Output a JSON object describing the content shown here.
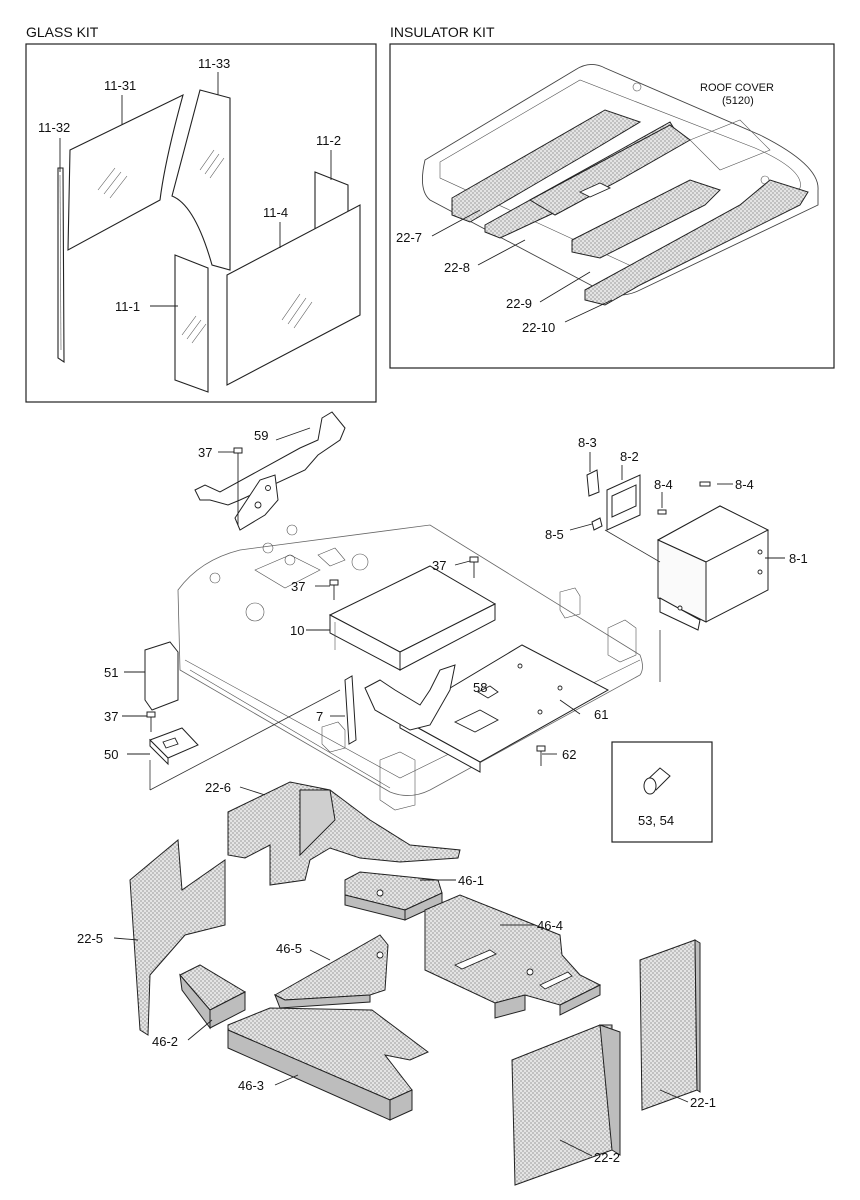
{
  "sections": {
    "glass_kit": "GLASS KIT",
    "insulator_kit": "INSULATOR KIT"
  },
  "roof_cover": {
    "name": "ROOF COVER",
    "code": "(5120)"
  },
  "labels": {
    "g11_31": "11-31",
    "g11_33": "11-33",
    "g11_32": "11-32",
    "g11_2": "11-2",
    "g11_4": "11-4",
    "g11_1": "11-1",
    "i22_7": "22-7",
    "i22_8": "22-8",
    "i22_9": "22-9",
    "i22_10": "22-10",
    "p59": "59",
    "p37a": "37",
    "p37b": "37",
    "p37c": "37",
    "p37d": "37",
    "p10": "10",
    "p51": "51",
    "p50": "50",
    "p7": "7",
    "p58": "58",
    "p61": "61",
    "p62": "62",
    "p8_3": "8-3",
    "p8_2": "8-2",
    "p8_4a": "8-4",
    "p8_4b": "8-4",
    "p8_5": "8-5",
    "p8_1": "8-1",
    "p53_54": "53, 54",
    "p22_6": "22-6",
    "p22_5": "22-5",
    "p46_1": "46-1",
    "p46_4": "46-4",
    "p46_5": "46-5",
    "p46_2": "46-2",
    "p46_3": "46-3",
    "p22_1": "22-1",
    "p22_2": "22-2"
  }
}
